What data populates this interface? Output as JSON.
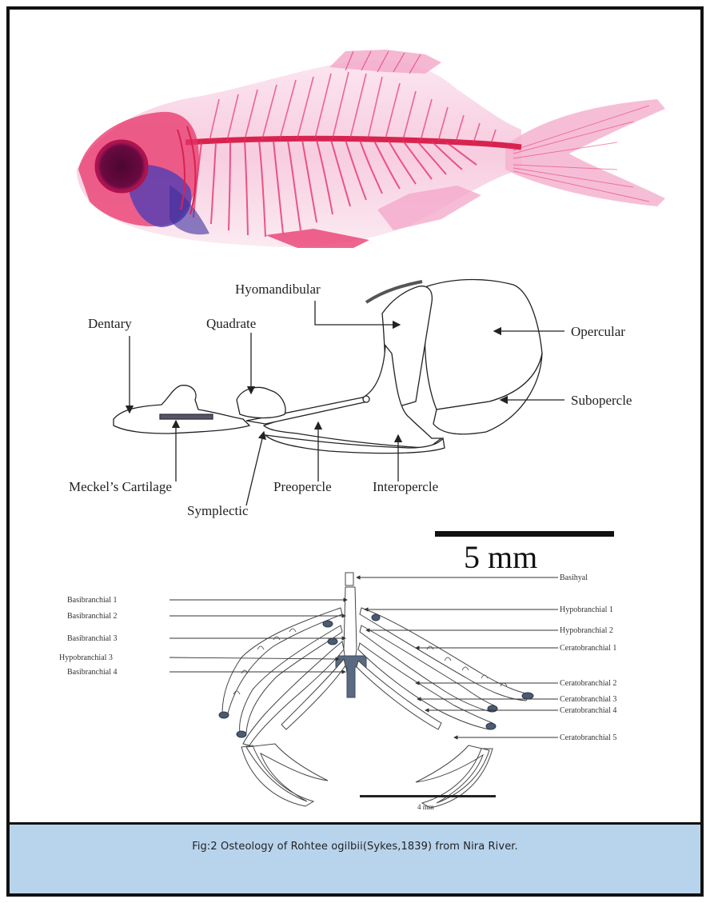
{
  "figure": {
    "jaw_labels": {
      "hyomandibular": "Hyomandibular",
      "dentary": "Dentary",
      "quadrate": "Quadrate",
      "opercular": "Opercular",
      "subopercle": "Subopercle",
      "meckels_cartilage": "Meckel’s Cartilage",
      "preopercle": "Preopercle",
      "interopercle": "Interopercle",
      "symplectic": "Symplectic"
    },
    "scale_bar_large": "5 mm",
    "branchial_labels": {
      "basihyal": "Basihyal",
      "basibranchial_1": "Basibranchial 1",
      "basibranchial_2": "Basibranchial 2",
      "basibranchial_3": "Basibranchial 3",
      "hypobranchial_3": "Hypobranchial 3",
      "basibranchial_4": "Basibranchial 4",
      "hypobranchial_1": "Hypobranchial 1",
      "hypobranchial_2": "Hypobranchial 2",
      "ceratobranchial_1": "Ceratobranchial 1",
      "ceratobranchial_2": "Ceratobranchial 2",
      "ceratobranchial_3": "Ceratobranchial 3",
      "ceratobranchial_4": "Ceratobranchial 4",
      "ceratobranchial_5": "Ceratobranchial 5"
    },
    "scale_bar_small": "4 mm",
    "caption": "Fig:2   Osteology of Rohtee ogilbii(Sykes,1839) from Nira River."
  },
  "colors": {
    "bone_stain": "#e8336a",
    "cartilage_stain": "#5a3fb0",
    "caption_band": "#b8d4ec",
    "line": "#222222"
  }
}
